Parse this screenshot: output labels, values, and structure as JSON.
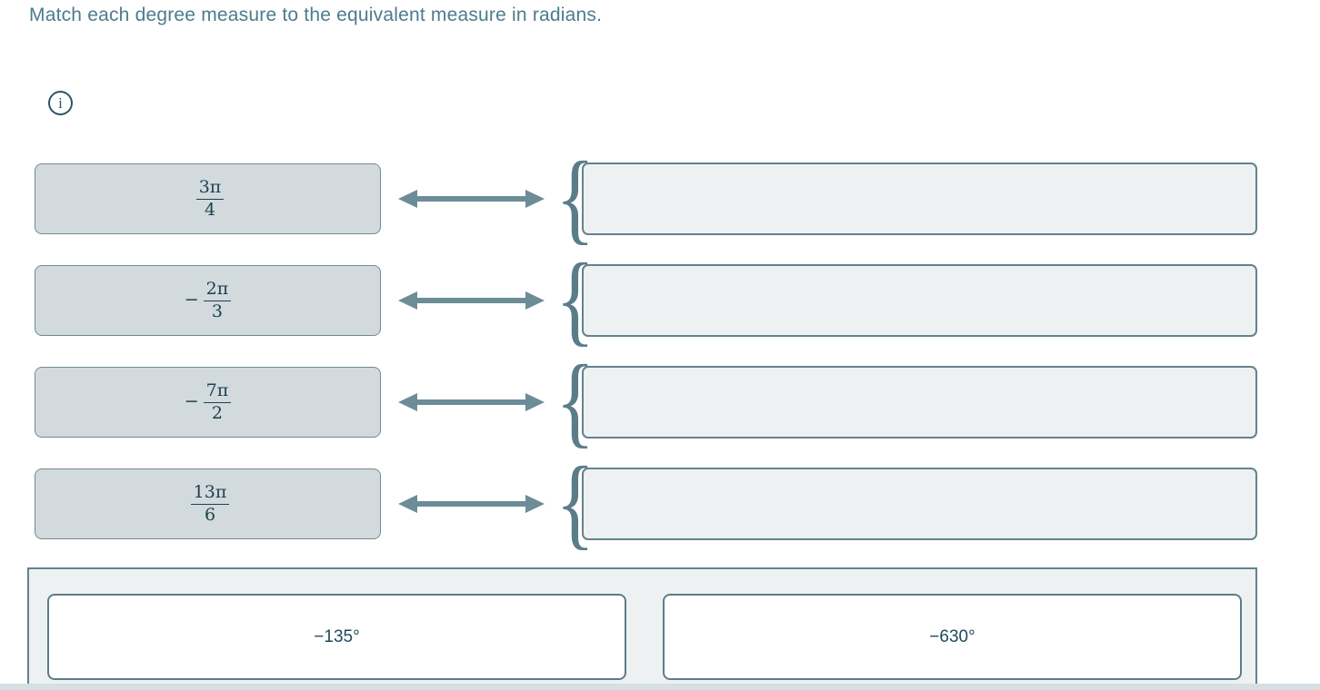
{
  "prompt": "Match each degree measure to the equivalent measure in radians.",
  "info_icon": {
    "glyph": "i"
  },
  "pairs": [
    {
      "sign": "",
      "numerator": "3π",
      "denominator": "4",
      "dropzone_value": ""
    },
    {
      "sign": "−",
      "numerator": "2π",
      "denominator": "3",
      "dropzone_value": ""
    },
    {
      "sign": "−",
      "numerator": "7π",
      "denominator": "2",
      "dropzone_value": ""
    },
    {
      "sign": "",
      "numerator": "13π",
      "denominator": "6",
      "dropzone_value": ""
    }
  ],
  "brace_glyph": "{",
  "answer_bank": [
    {
      "label": "−135°"
    },
    {
      "label": "−630°"
    }
  ],
  "colors": {
    "title_color": "#4d7b8d",
    "math_color": "#1c4050",
    "degree_color": "#1e4a5c",
    "slate_border": "#64828d",
    "arrow_color": "#6c8c97",
    "brace_color": "#5b7d8a",
    "tile_fill": "#d2dadd",
    "zone_fill": "#eef1f2",
    "panel_fill": "#eef1f2",
    "info_color": "#2a5666",
    "scroll_strip": "#d6dfe2"
  }
}
